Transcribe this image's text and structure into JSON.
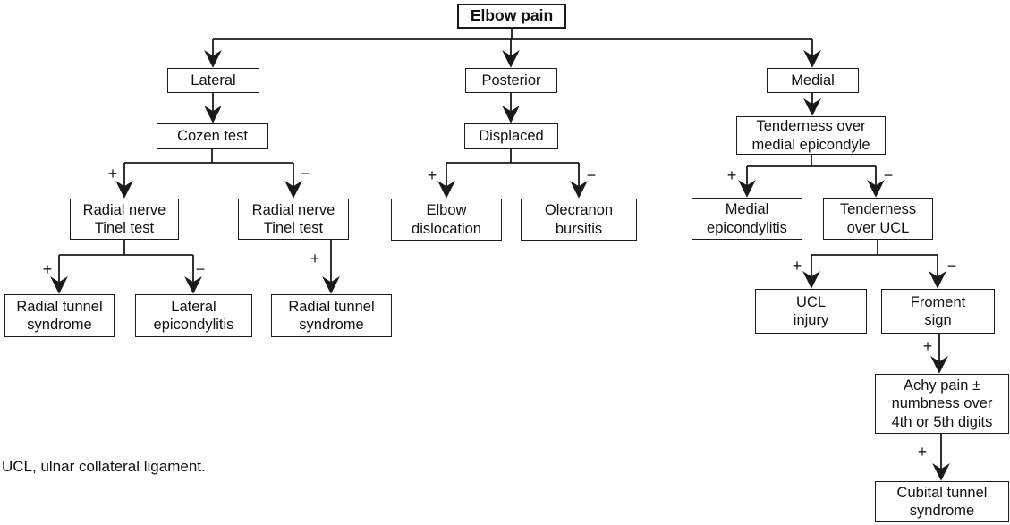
{
  "footnote": "UCL, ulnar collateral ligament.",
  "nodes": {
    "elbow_pain": "Elbow pain",
    "lateral": "Lateral",
    "cozen_test": "Cozen test",
    "radial_nerve_tinel_a": "Radial nerve\nTinel test",
    "radial_nerve_tinel_b": "Radial nerve\nTinel test",
    "radial_tunnel_syndrome_a": "Radial tunnel\nsyndrome",
    "lateral_epicondylitis": "Lateral\nepicondylitis",
    "radial_tunnel_syndrome_b": "Radial tunnel\nsyndrome",
    "posterior": "Posterior",
    "displaced": "Displaced",
    "elbow_dislocation": "Elbow\ndislocation",
    "olecranon_bursitis": "Olecranon\nbursitis",
    "medial": "Medial",
    "tenderness_medial_epicondyle": "Tenderness over\nmedial epicondyle",
    "medial_epicondylitis": "Medial\nepicondylitis",
    "tenderness_ucl": "Tenderness\nover UCL",
    "ucl_injury": "UCL\ninjury",
    "froment_sign": "Froment\nsign",
    "achy_pain": "Achy pain ±\nnumbness over\n4th or 5th digits",
    "cubital_tunnel": "Cubital tunnel\nsyndrome"
  },
  "edges": [
    {
      "from": "elbow_pain",
      "to": "lateral",
      "sign": ""
    },
    {
      "from": "elbow_pain",
      "to": "posterior",
      "sign": ""
    },
    {
      "from": "elbow_pain",
      "to": "medial",
      "sign": ""
    },
    {
      "from": "lateral",
      "to": "cozen_test",
      "sign": ""
    },
    {
      "from": "cozen_test",
      "to": "radial_nerve_tinel_a",
      "sign": "+"
    },
    {
      "from": "cozen_test",
      "to": "radial_nerve_tinel_b",
      "sign": "−"
    },
    {
      "from": "radial_nerve_tinel_a",
      "to": "radial_tunnel_syndrome_a",
      "sign": "+"
    },
    {
      "from": "radial_nerve_tinel_a",
      "to": "lateral_epicondylitis",
      "sign": "−"
    },
    {
      "from": "radial_nerve_tinel_b",
      "to": "radial_tunnel_syndrome_b",
      "sign": "+"
    },
    {
      "from": "posterior",
      "to": "displaced",
      "sign": ""
    },
    {
      "from": "displaced",
      "to": "elbow_dislocation",
      "sign": "+"
    },
    {
      "from": "displaced",
      "to": "olecranon_bursitis",
      "sign": "−"
    },
    {
      "from": "medial",
      "to": "tenderness_medial_epicondyle",
      "sign": ""
    },
    {
      "from": "tenderness_medial_epicondyle",
      "to": "medial_epicondylitis",
      "sign": "+"
    },
    {
      "from": "tenderness_medial_epicondyle",
      "to": "tenderness_ucl",
      "sign": "−"
    },
    {
      "from": "tenderness_ucl",
      "to": "ucl_injury",
      "sign": "+"
    },
    {
      "from": "tenderness_ucl",
      "to": "froment_sign",
      "sign": "−"
    },
    {
      "from": "froment_sign",
      "to": "achy_pain",
      "sign": "+"
    },
    {
      "from": "achy_pain",
      "to": "cubital_tunnel",
      "sign": "+"
    }
  ]
}
